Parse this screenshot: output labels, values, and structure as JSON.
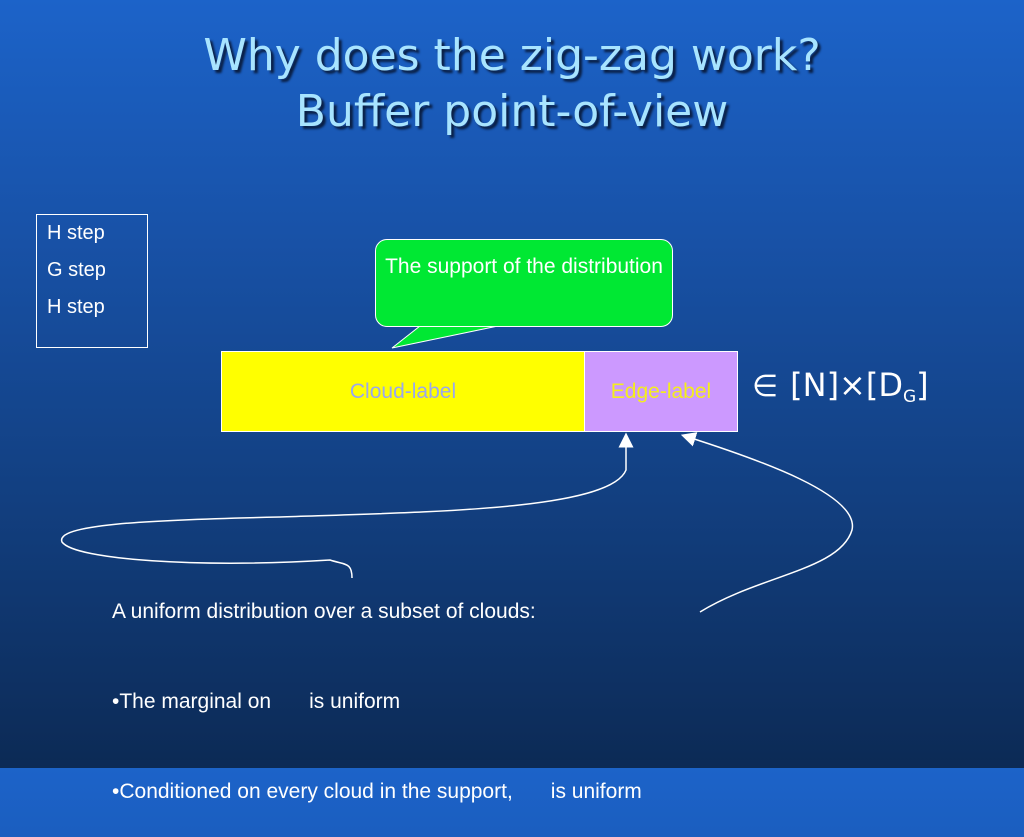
{
  "title": {
    "line1": "Why does the zig-zag work?",
    "line2": "Buffer point-of-view"
  },
  "steps": [
    "H step",
    "G step",
    "H step"
  ],
  "callout": {
    "text": "The support of the distribution"
  },
  "bar": {
    "cloud_label": "Cloud-label",
    "edge_label": "Edge-label"
  },
  "membership": {
    "symbol": "∈",
    "set": "[N]×[D",
    "subscript": "G",
    "close": "]"
  },
  "description": {
    "intro": "A uniform distribution over a subset of clouds:",
    "bullet1_a": "•The marginal on",
    "bullet1_b": "is uniform",
    "bullet2_a": "•Conditioned on every cloud in the support,",
    "bullet2_b": "is uniform"
  },
  "colors": {
    "background_top": "#1c63c9",
    "background_bottom": "#0c2a55",
    "title": "#a8e4ff",
    "callout": "#00e833",
    "cloud_bar": "#ffff00",
    "edge_bar": "#cc99ff"
  }
}
